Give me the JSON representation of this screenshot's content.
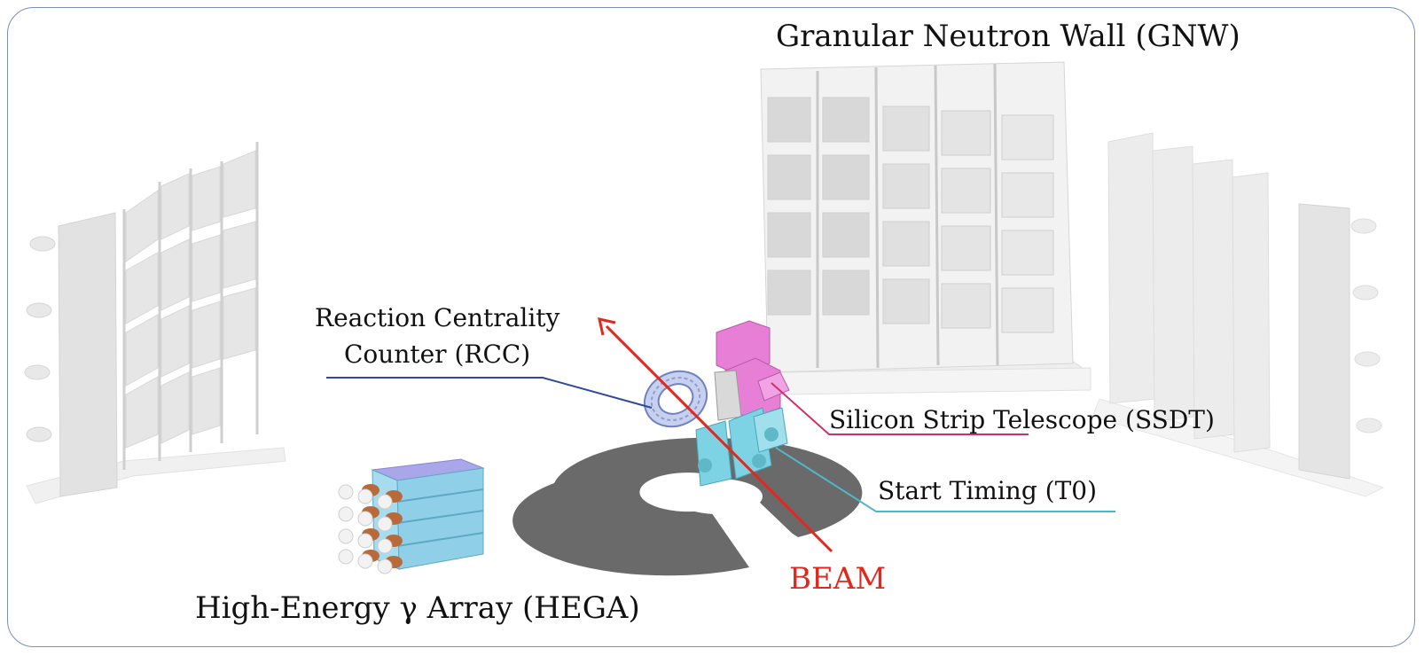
{
  "labels": {
    "gnw": "Granular Neutron Wall (GNW)",
    "rcc_line1": "Reaction Centrality",
    "rcc_line2": "Counter (RCC)",
    "ssdt": "Silicon Strip Telescope (SSDT)",
    "t0": "Start Timing (T0)",
    "beam": "BEAM",
    "hega": "High-Energy γ Array (HEGA)"
  },
  "colors": {
    "frame": "#7b8fb8",
    "beam": "#e0281e",
    "rcc_leader": "#2e4a9e",
    "ssdt_leader": "#d0306a",
    "t0_leader": "#4fb8c8",
    "ssdt_body": "#e77fd6",
    "t0_body": "#7dd3e3",
    "hega_crystal": "#8fd0e8",
    "hega_pmt": "#b86a3a",
    "disk": "#6a6a6a",
    "wall": "#dcdcdc"
  }
}
